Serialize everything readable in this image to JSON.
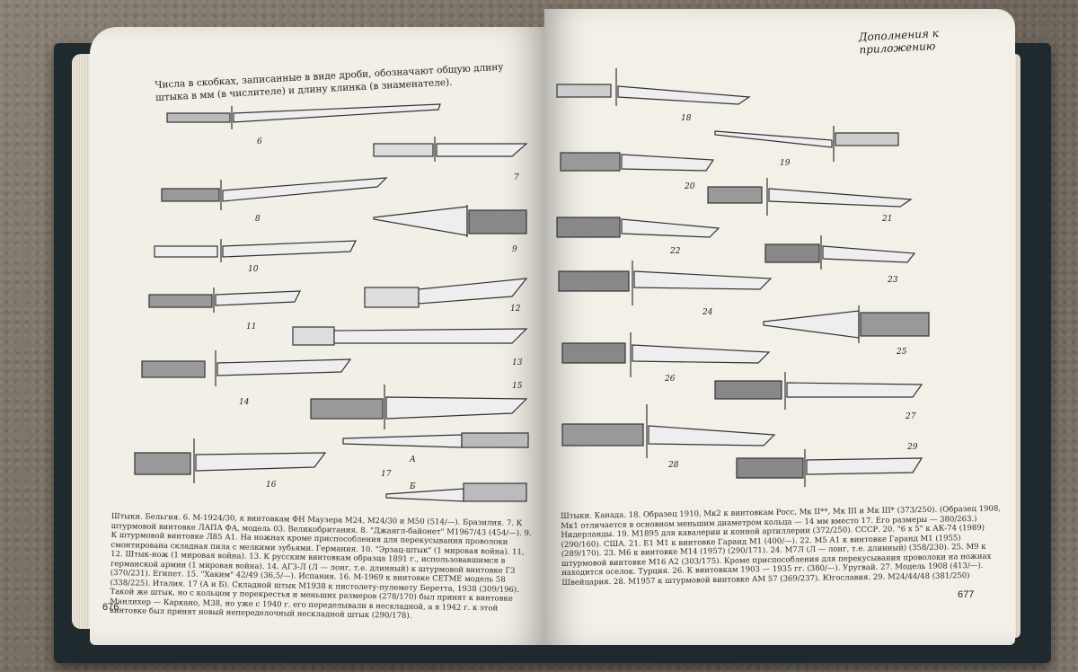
{
  "book": {
    "header": "Дополнения к приложению",
    "note": "Числа в скобках, записанные в виде дроби, обозначают общую длину штыка в мм (в числителе) и длину клинка (в знаменателе).",
    "left_page_number": "676",
    "right_page_number": "677",
    "left_caption": "Штыки. Бельгия. 6. М-1924/30, к винтовкам ФН Маузера М24, М24/30 и М50 (514/—). Бразилия. 7. К штурмовой винтовке ЛАПА ФА, модель 03. Великобритания. 8. \"Джангл-байонет\" М1967/43 (454/—). 9. К штурмовой винтовке Л85 А1. На ножнах кроме приспособления для перекусывания проволоки смонтирована складная пила с мелкими зубьями. Германия. 10. \"Эрзац-штык\" (1 мировая война). 11, 12. Штык-нож (1 мировая война). 13. К русским винтовкам образца 1891 г., использовавшимся в германской армии (1 мировая война). 14. АГЗ-Л (Л — лонг, т.е. длинный) к штурмовой винтовке Г3 (370/231). Египет. 15. \"Хаким\" 42/49 (36,5/—). Испания. 16. М-1969 к винтовке СЕТМЕ модель 58 (338/225). Италия. 17 (А и Б). Складной штык М1938 к пистолету-пулемету Беретта, 1938 (309/196). Такой же штык, но с кольцом у перекрестья и меньших размеров (278/170) был принят к винтовке Манлихер — Каркано, М38, но уже с 1940 г. его переделывали в нескладной, а в 1942 г. к этой винтовке был принят новый непеределочный нескладной штык (290/178).",
    "right_caption": "Штыки. Канада. 18. Образец 1910, Мк2 к винтовкам Росс, Мк II**, Мк III и Мк III* (373/250). (Образец 1908, Мк1 отличается в основном меньшим диаметром кольца — 14 мм вместо 17. Его размеры — 380/263.) Нидерланды. 19. М1895 для кавалерии и конной артиллерии (372/250). СССР. 20. \"6 х 5\" к АК-74 (1989) (290/160). США. 21. Е1 М1 к винтовке Гаранд М1 (400/—). 22. М5 А1 к винтовке Гаранд М1 (1955) (289/170). 23. М6 к винтовке М14 (1957) (290/171). 24. М7Л (Л — лонг, т.е. длинный) (358/230). 25. М9 к штурмовой винтовке М16 А2 (303/175). Кроме приспособления для перекусывания проволоки на ножнах находится оселок. Турция. 26. К винтовкам 1903 — 1935 гг. (380/—). Уругвай. 27. Модель 1908 (413/—). Швейцария. 28. М1957 к штурмовой винтовке АМ 57 (369/237). Югославия. 29. М24/44/48 (381/250)",
    "left_labels": [
      "6",
      "7",
      "8",
      "9",
      "10",
      "11",
      "12",
      "13",
      "14",
      "15",
      "16",
      "А",
      "17",
      "Б"
    ],
    "right_labels": [
      "18",
      "19",
      "20",
      "21",
      "22",
      "23",
      "24",
      "25",
      "26",
      "27",
      "28",
      "29"
    ]
  }
}
